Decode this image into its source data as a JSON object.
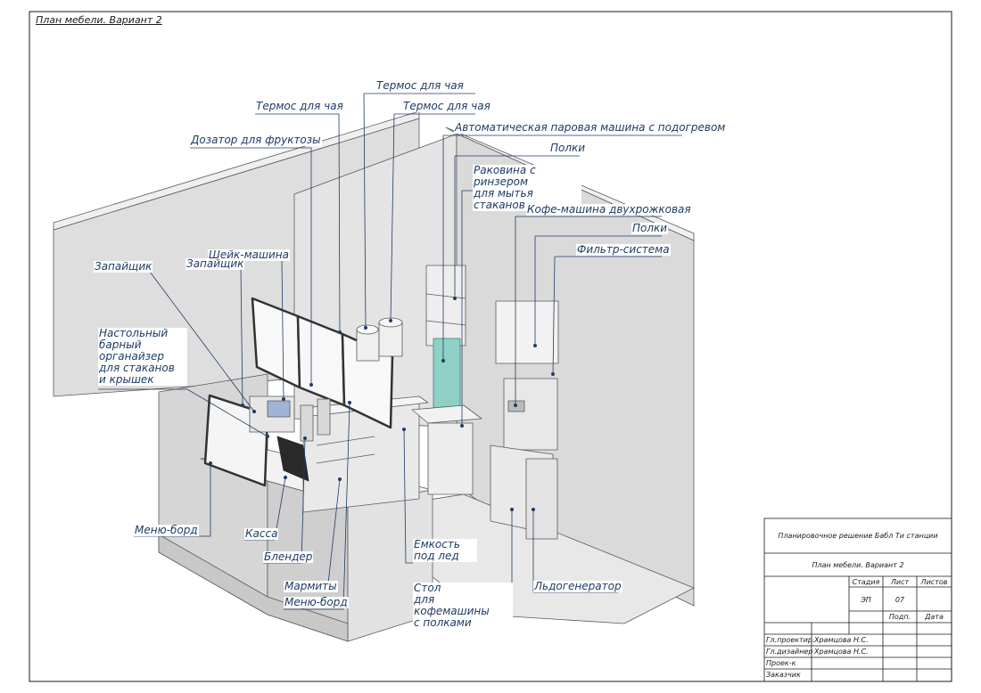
{
  "sheet_title": "План мебели. Вариант 2",
  "callouts": [
    {
      "id": "termos-top",
      "text": "Термос для чая"
    },
    {
      "id": "termos-left",
      "text": "Термос для чая"
    },
    {
      "id": "termos-right",
      "text": "Термос для чая"
    },
    {
      "id": "steam",
      "text": "Автоматическая паровая машина с подогревом"
    },
    {
      "id": "polki-1",
      "text": "Полки"
    },
    {
      "id": "dosator",
      "text": "Дозатор для фруктозы"
    },
    {
      "id": "sink",
      "text": "Раковина с ринзером\nдля мытья стаканов"
    },
    {
      "id": "coffee",
      "text": "Кофе-машина двухрожковая"
    },
    {
      "id": "polki-2",
      "text": "Полки"
    },
    {
      "id": "shake",
      "text": "Шейк-машина"
    },
    {
      "id": "filter",
      "text": "Фильтр-система"
    },
    {
      "id": "sealer-1",
      "text": "Запайщик"
    },
    {
      "id": "sealer-2",
      "text": "Запайщик"
    },
    {
      "id": "organizer",
      "text": "Настольный\nбарный\nорганайзер\nдля стаканов\nи крышек"
    },
    {
      "id": "menu-board-1",
      "text": "Меню-борд"
    },
    {
      "id": "kassa",
      "text": "Касса"
    },
    {
      "id": "ice-box",
      "text": "Емкость\nпод лед"
    },
    {
      "id": "blender",
      "text": "Блендер"
    },
    {
      "id": "ice-gen",
      "text": "Льдогенератор"
    },
    {
      "id": "marmity",
      "text": "Мармиты"
    },
    {
      "id": "table",
      "text": "Стол\nдля кофемашины\nс полками"
    },
    {
      "id": "menu-board-2",
      "text": "Меню-борд"
    }
  ],
  "title_block": {
    "project": "Планировочное решение Бабл Ти станции",
    "drawing": "План мебели. Вариант 2",
    "col_stage": "Стадия",
    "col_sheet": "Лист",
    "col_sheets": "Листов",
    "stage": "ЭП",
    "sheet": "07",
    "sign": "Подп.",
    "date": "Дата",
    "rows": [
      {
        "role": "Гл.проектир.",
        "name": "Храмцова Н.С."
      },
      {
        "role": "Гл.дизайнер",
        "name": "Храмцова Н.С."
      },
      {
        "role": "Проек-к",
        "name": ""
      },
      {
        "role": "Заказчик",
        "name": ""
      }
    ]
  },
  "colors": {
    "ink": "#1f3c66",
    "line": "#1a1a1a",
    "wall": "#dcdcdc",
    "floor": "#e6e6e6"
  }
}
